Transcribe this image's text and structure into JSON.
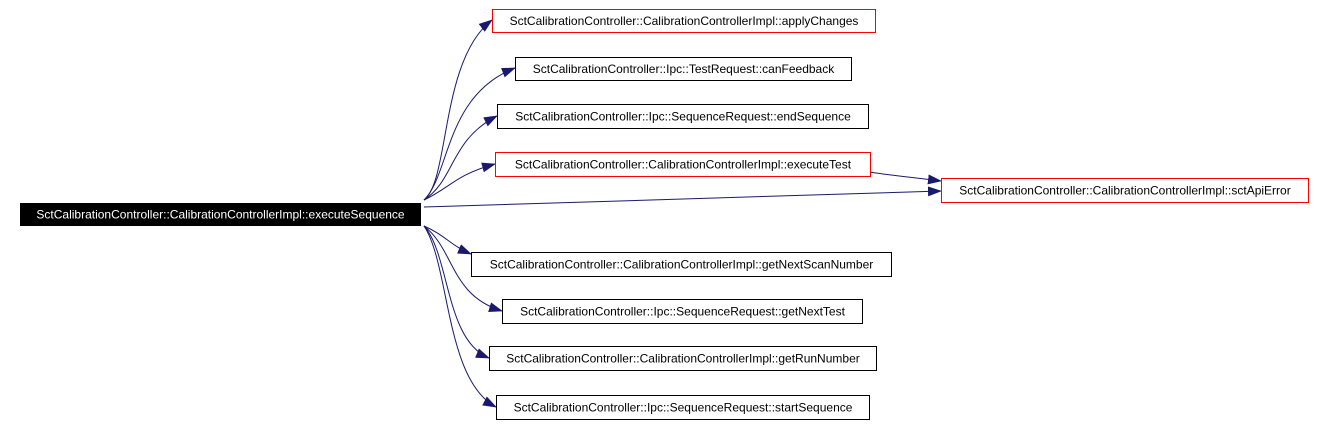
{
  "colors": {
    "edge": "#191970",
    "root_fill": "#000000",
    "root_text": "#ffffff",
    "node_fill": "#ffffff",
    "node_text": "#000000",
    "border_default": "#000000",
    "border_highlight": "#ff0000"
  },
  "diagram": {
    "root": {
      "id": "root",
      "label": "SctCalibrationController::CalibrationControllerImpl::executeSequence"
    },
    "nodes": [
      {
        "id": "applyChanges",
        "label": "SctCalibrationController::CalibrationControllerImpl::applyChanges",
        "border": "border_highlight"
      },
      {
        "id": "canFeedback",
        "label": "SctCalibrationController::Ipc::TestRequest::canFeedback",
        "border": "border_default"
      },
      {
        "id": "endSequence",
        "label": "SctCalibrationController::Ipc::SequenceRequest::endSequence",
        "border": "border_default"
      },
      {
        "id": "executeTest",
        "label": "SctCalibrationController::CalibrationControllerImpl::executeTest",
        "border": "border_highlight"
      },
      {
        "id": "sctApiError",
        "label": "SctCalibrationController::CalibrationControllerImpl::sctApiError",
        "border": "border_highlight"
      },
      {
        "id": "getNextScanNumber",
        "label": "SctCalibrationController::CalibrationControllerImpl::getNextScanNumber",
        "border": "border_default"
      },
      {
        "id": "getNextTest",
        "label": "SctCalibrationController::Ipc::SequenceRequest::getNextTest",
        "border": "border_default"
      },
      {
        "id": "getRunNumber",
        "label": "SctCalibrationController::CalibrationControllerImpl::getRunNumber",
        "border": "border_default"
      },
      {
        "id": "startSequence",
        "label": "SctCalibrationController::Ipc::SequenceRequest::startSequence",
        "border": "border_default"
      }
    ],
    "edges": [
      {
        "from": "root",
        "to": "applyChanges"
      },
      {
        "from": "root",
        "to": "canFeedback"
      },
      {
        "from": "root",
        "to": "endSequence"
      },
      {
        "from": "root",
        "to": "executeTest"
      },
      {
        "from": "root",
        "to": "sctApiError"
      },
      {
        "from": "executeTest",
        "to": "sctApiError"
      },
      {
        "from": "root",
        "to": "getNextScanNumber"
      },
      {
        "from": "root",
        "to": "getNextTest"
      },
      {
        "from": "root",
        "to": "getRunNumber"
      },
      {
        "from": "root",
        "to": "startSequence"
      }
    ]
  }
}
